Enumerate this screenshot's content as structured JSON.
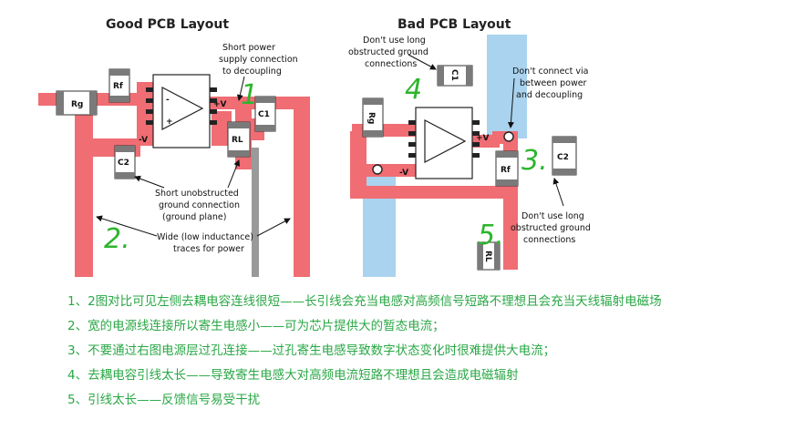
{
  "good_panel": {
    "title": "Good PCB Layout",
    "components": {
      "rg": "Rg",
      "rf": "Rf",
      "c1": "C1",
      "c2": "C2",
      "rl": "RL"
    },
    "pins": {
      "vplus": "+V",
      "vminus": "-V",
      "minus": "-",
      "plus": "+"
    },
    "annotations": {
      "short_power": [
        "Short power",
        "supply connection",
        "to decoupling"
      ],
      "short_ground": [
        "Short unobstructed",
        "ground connection",
        "(ground plane)"
      ],
      "wide_traces": [
        "Wide (low inductance)",
        "traces for power"
      ]
    },
    "handwritten": {
      "n1": "1",
      "n2": "2."
    }
  },
  "bad_panel": {
    "title": "Bad PCB Layout",
    "components": {
      "rg": "Rg",
      "rf": "Rf",
      "c1": "C1",
      "c2": "C2",
      "rl": "RL"
    },
    "pins": {
      "vplus": "+V",
      "vminus": "-V"
    },
    "annotations": {
      "dont_long_top": [
        "Don't use long",
        "obstructed ground",
        "connections"
      ],
      "dont_via": [
        "Don't connect via",
        "between power",
        "and decoupling"
      ],
      "dont_long_bottom": [
        "Don't use long",
        "obstructed ground",
        "connections"
      ]
    },
    "handwritten": {
      "n3": "3.",
      "n4": "4",
      "n5": "5."
    }
  },
  "notes": [
    "1、2图对比可见左侧去耦电容连线很短——长引线会充当电感对高频信号短路不理想且会充当天线辐射电磁场",
    "2、宽的电源线连接所以寄生电感小——可为芯片提供大的暂态电流；",
    "3、不要通过右图电源层过孔连接——过孔寄生电感导致数字状态变化时很难提供大电流；",
    "4、去耦电容引线太长——导致寄生电感大对高频电流短路不理想且会造成电磁辐射",
    "5、引线太长——反馈信号易受干扰"
  ],
  "colors": {
    "trace": "#ef6d73",
    "plane": "#a9d3ee",
    "handwriting": "#2db52d",
    "notes_text": "#29a745"
  }
}
